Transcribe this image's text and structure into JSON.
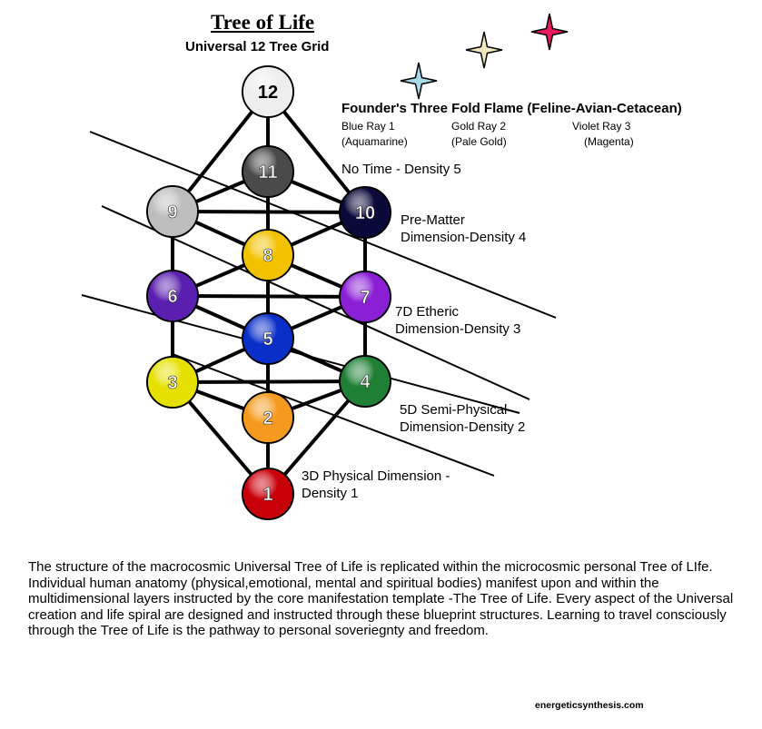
{
  "header": {
    "title": "Tree of Life",
    "subtitle": "Universal 12 Tree Grid"
  },
  "flame": {
    "title": "Founder's Three Fold Flame (Feline-Avian-Cetacean)",
    "rays": [
      {
        "name": "Blue Ray 1",
        "color_name": "(Aquamarine)"
      },
      {
        "name": "Gold Ray 2",
        "color_name": "(Pale Gold)"
      },
      {
        "name": "Violet Ray 3",
        "color_name": "(Magenta)"
      }
    ],
    "stars": [
      {
        "name": "aquamarine-star",
        "color": "#a7dbe8"
      },
      {
        "name": "pale-gold-star",
        "color": "#f3e7c2"
      },
      {
        "name": "magenta-star",
        "color": "#e8195f"
      }
    ]
  },
  "density_labels": {
    "d5": "No Time - Density 5",
    "d4_line1": "Pre-Matter",
    "d4_line2": "Dimension-Density 4",
    "d3_line1": "7D Etheric",
    "d3_line2": "Dimension-Density 3",
    "d2_line1": "5D Semi-Physical",
    "d2_line2": "Dimension-Density 2",
    "d1_line1": "3D Physical Dimension -",
    "d1_line2": "Density 1"
  },
  "nodes": [
    {
      "label": "12",
      "color": "#eeeeee",
      "text_color": "#000000"
    },
    {
      "label": "11",
      "color": "#4a4a4a",
      "text_color": "#ffffff"
    },
    {
      "label": "10",
      "color": "#0a0a3a",
      "text_color": "#ffffff"
    },
    {
      "label": "9",
      "color": "#bdbdbd",
      "text_color": "#ffffff"
    },
    {
      "label": "8",
      "color": "#f2c200",
      "text_color": "#ffffff"
    },
    {
      "label": "7",
      "color": "#8b1fd6",
      "text_color": "#ffffff"
    },
    {
      "label": "6",
      "color": "#5a1fae",
      "text_color": "#ffffff"
    },
    {
      "label": "5",
      "color": "#0a2ec8",
      "text_color": "#ffffff"
    },
    {
      "label": "4",
      "color": "#1f7f35",
      "text_color": "#ffffff"
    },
    {
      "label": "3",
      "color": "#e6e000",
      "text_color": "#ffffff"
    },
    {
      "label": "2",
      "color": "#f59a1e",
      "text_color": "#ffffff"
    },
    {
      "label": "1",
      "color": "#c8000a",
      "text_color": "#ffffff"
    }
  ],
  "body_text": "The structure of the macrocosmic Universal Tree of Life is replicated within the microcosmic personal Tree of LIfe. Individual human anatomy (physical,emotional, mental and spiritual bodies) manifest upon and within the multidimensional layers instructed by the core manifestation template -The Tree of Life. Every aspect of the Universal creation and life spiral are designed and instructed through these blueprint structures. Learning to travel consciously through the Tree of Life is the pathway to personal soveriegnty and freedom.",
  "footer": "energeticsynthesis.com"
}
